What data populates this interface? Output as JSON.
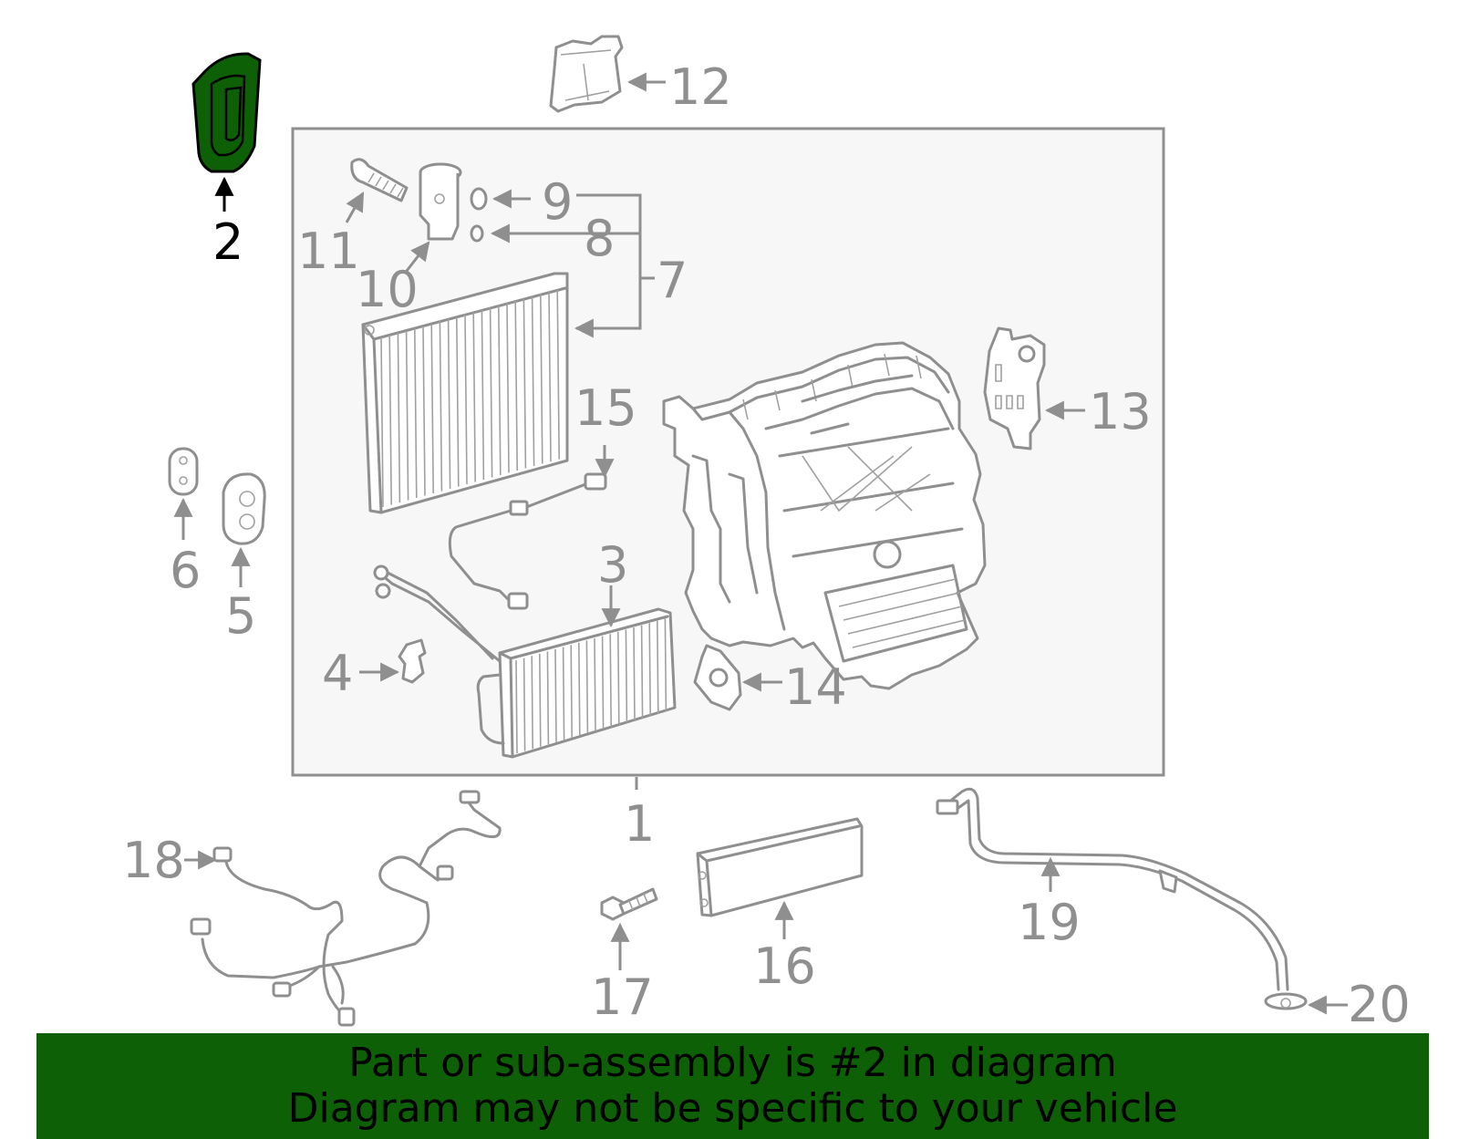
{
  "colors": {
    "highlight_fill": "#0e6006",
    "part_stroke": "#8f8f8f",
    "assembly_box_fill": "#f7f7f7",
    "banner_bg": "#0e6006",
    "callout_highlight": "#000000"
  },
  "highlighted_part": "2",
  "callouts": [
    "1",
    "2",
    "3",
    "4",
    "5",
    "6",
    "7",
    "8",
    "9",
    "10",
    "11",
    "12",
    "13",
    "14",
    "15",
    "16",
    "17",
    "18",
    "19",
    "20"
  ],
  "banner": {
    "line1": "Part or sub-assembly is #2 in diagram",
    "line2": "Diagram may not be specific to your vehicle"
  }
}
